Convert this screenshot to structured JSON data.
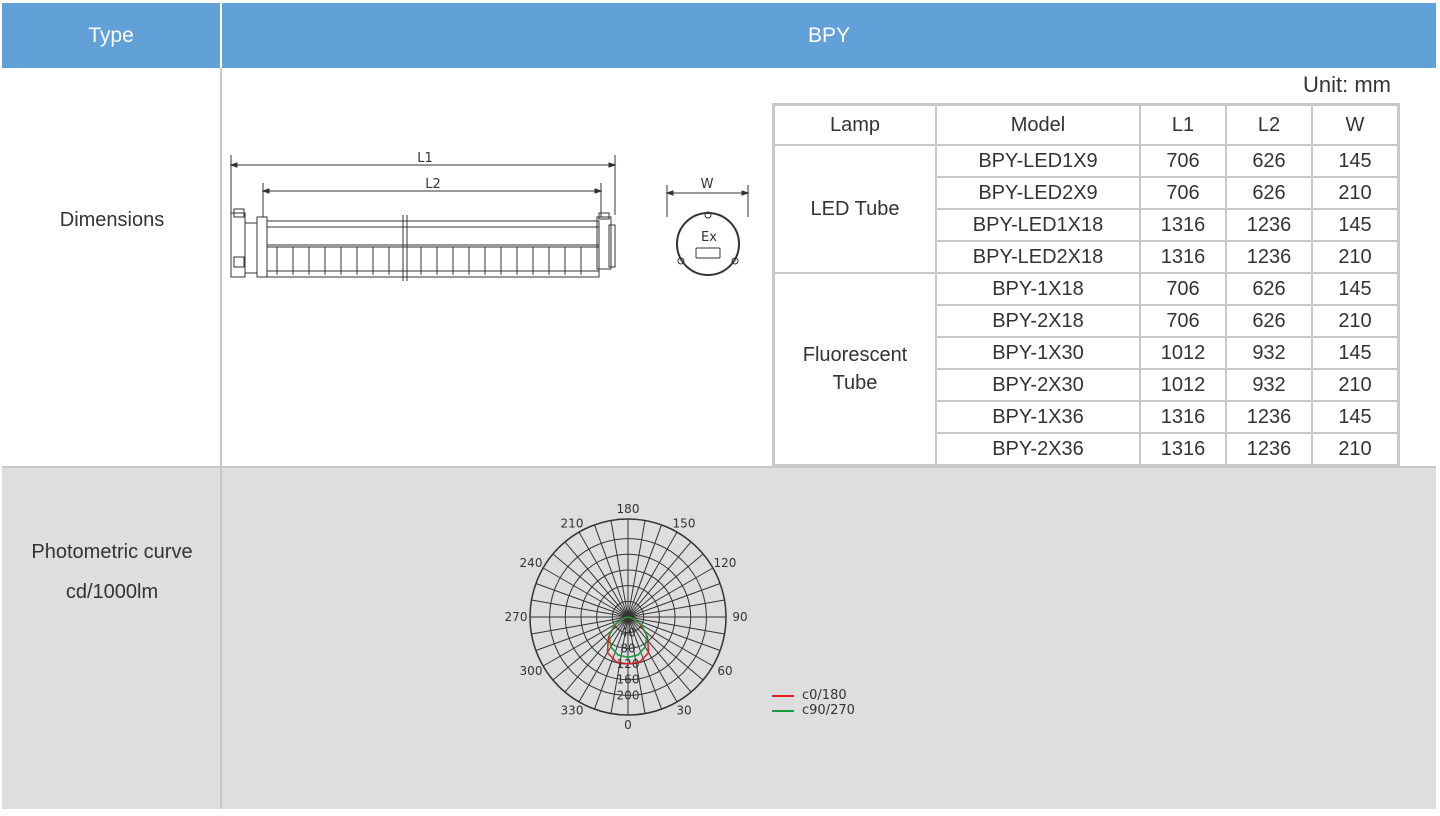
{
  "header": {
    "type_label": "Type",
    "product": "BPY"
  },
  "dimensions": {
    "label": "Dimensions",
    "unit": "Unit: mm",
    "drawing": {
      "l1": "L1",
      "l2": "L2",
      "w": "W",
      "ex": "Ex"
    },
    "table": {
      "columns": [
        "Lamp",
        "Model",
        "L1",
        "L2",
        "W"
      ],
      "groups": [
        {
          "lamp": "LED Tube",
          "rows": [
            {
              "model": "BPY-LED1X9",
              "l1": "706",
              "l2": "626",
              "w": "145"
            },
            {
              "model": "BPY-LED2X9",
              "l1": "706",
              "l2": "626",
              "w": "210"
            },
            {
              "model": "BPY-LED1X18",
              "l1": "1316",
              "l2": "1236",
              "w": "145"
            },
            {
              "model": "BPY-LED2X18",
              "l1": "1316",
              "l2": "1236",
              "w": "210"
            }
          ]
        },
        {
          "lamp": "Fluorescent Tube",
          "rows": [
            {
              "model": "BPY-1X18",
              "l1": "706",
              "l2": "626",
              "w": "145"
            },
            {
              "model": "BPY-2X18",
              "l1": "706",
              "l2": "626",
              "w": "210"
            },
            {
              "model": "BPY-1X30",
              "l1": "1012",
              "l2": "932",
              "w": "145"
            },
            {
              "model": "BPY-2X30",
              "l1": "1012",
              "l2": "932",
              "w": "210"
            },
            {
              "model": "BPY-1X36",
              "l1": "1316",
              "l2": "1236",
              "w": "145"
            },
            {
              "model": "BPY-2X36",
              "l1": "1316",
              "l2": "1236",
              "w": "210"
            }
          ]
        }
      ]
    }
  },
  "photometric": {
    "label_line1": "Photometric curve",
    "label_line2": "cd/1000lm",
    "angle_labels": [
      "180",
      "150",
      "120",
      "90",
      "60",
      "30",
      "0",
      "330",
      "300",
      "270",
      "240",
      "210"
    ],
    "radial_labels": [
      "40",
      "80",
      "120",
      "160",
      "200"
    ],
    "legend": [
      {
        "name": "c0/180",
        "color": "#e02020"
      },
      {
        "name": "c90/270",
        "color": "#1a9a3a"
      }
    ],
    "chart_data": {
      "type": "polar",
      "radial_ticks": [
        40,
        80,
        120,
        160,
        200
      ],
      "series": [
        {
          "name": "c0/180",
          "angles_deg": [
            -90,
            -75,
            -60,
            -45,
            -30,
            -15,
            0,
            15,
            30,
            45,
            60,
            75,
            90
          ],
          "values": [
            0,
            10,
            35,
            70,
            105,
            118,
            120,
            118,
            105,
            70,
            35,
            10,
            0
          ]
        },
        {
          "name": "c90/270",
          "angles_deg": [
            -90,
            -75,
            -60,
            -45,
            -30,
            -15,
            0,
            15,
            30,
            45,
            60,
            75,
            90
          ],
          "values": [
            0,
            12,
            40,
            68,
            88,
            100,
            103,
            100,
            88,
            68,
            40,
            12,
            0
          ]
        }
      ]
    }
  },
  "colors": {
    "header_bg": "#62a1d7",
    "row_gray": "#dedee0",
    "border": "#c8c8c8"
  }
}
